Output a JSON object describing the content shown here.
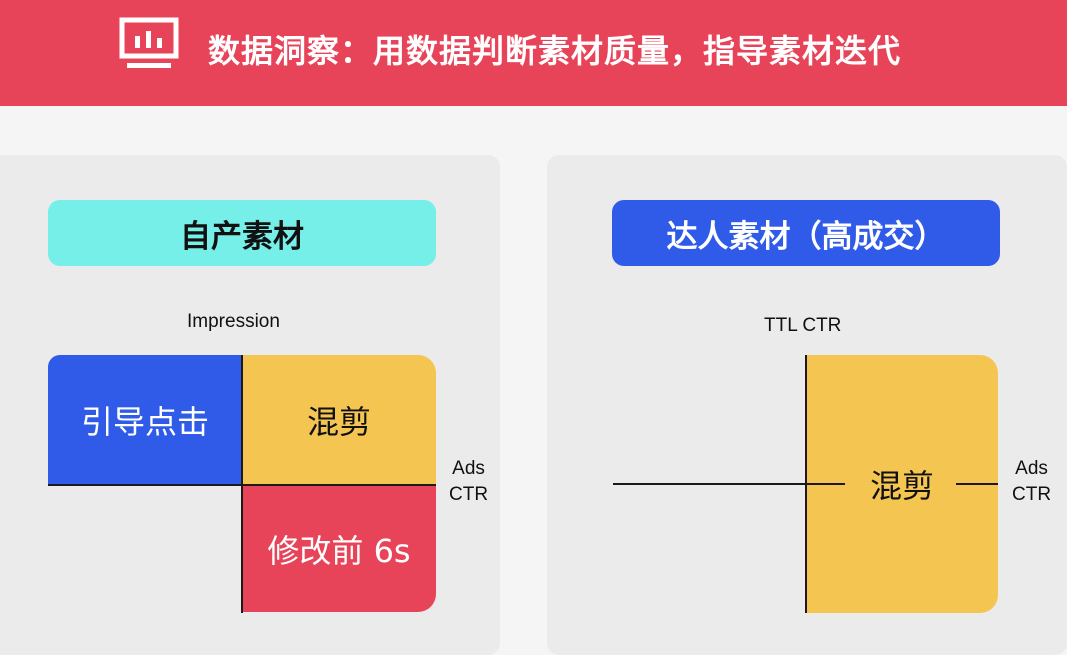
{
  "header": {
    "icon": "presentation-chart-icon",
    "title": "数据洞察：用数据判断素材质量，指导素材迭代",
    "background_color": "#e84459"
  },
  "left_panel": {
    "title": "自产素材",
    "title_color": "#76efe9",
    "y_axis_label": "Impression",
    "x_axis_label_line1": "Ads",
    "x_axis_label_line2": "CTR",
    "quadrants": {
      "top_left": {
        "label": "引导点击",
        "color": "#2f5be8"
      },
      "top_right": {
        "label": "混剪",
        "color": "#f4c550"
      },
      "bottom_right": {
        "label": "修改前 6s",
        "color": "#e84459"
      }
    }
  },
  "right_panel": {
    "title": "达人素材（高成交）",
    "title_color": "#2f5be8",
    "y_axis_label": "TTL CTR",
    "x_axis_label_line1": "Ads",
    "x_axis_label_line2": "CTR",
    "quadrant": {
      "label": "混剪",
      "color": "#f4c550"
    }
  }
}
